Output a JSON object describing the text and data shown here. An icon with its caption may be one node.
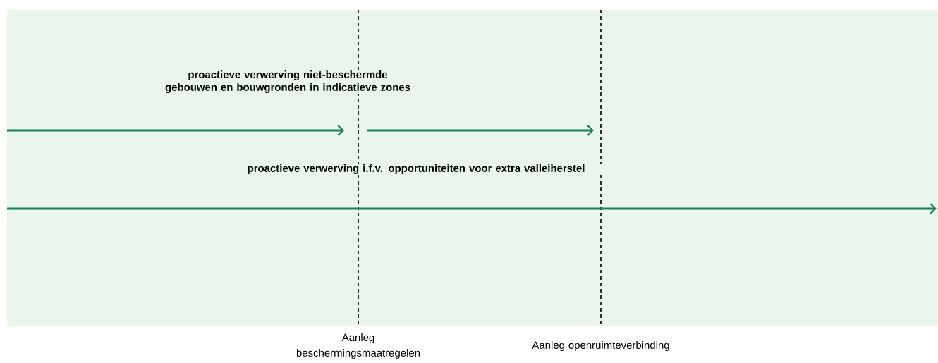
{
  "diagram": {
    "labels": [
      "proactieve verwerving niet-beschermde gebouwen en bouwgronden in indicatieve zones",
      "proactieve verwerving i.f.v. opportuniteiten voor extra valleiherstel",
      "Aanleg beschermingsmaatregelen",
      "Aanleg openruimteverbinding"
    ]
  }
}
